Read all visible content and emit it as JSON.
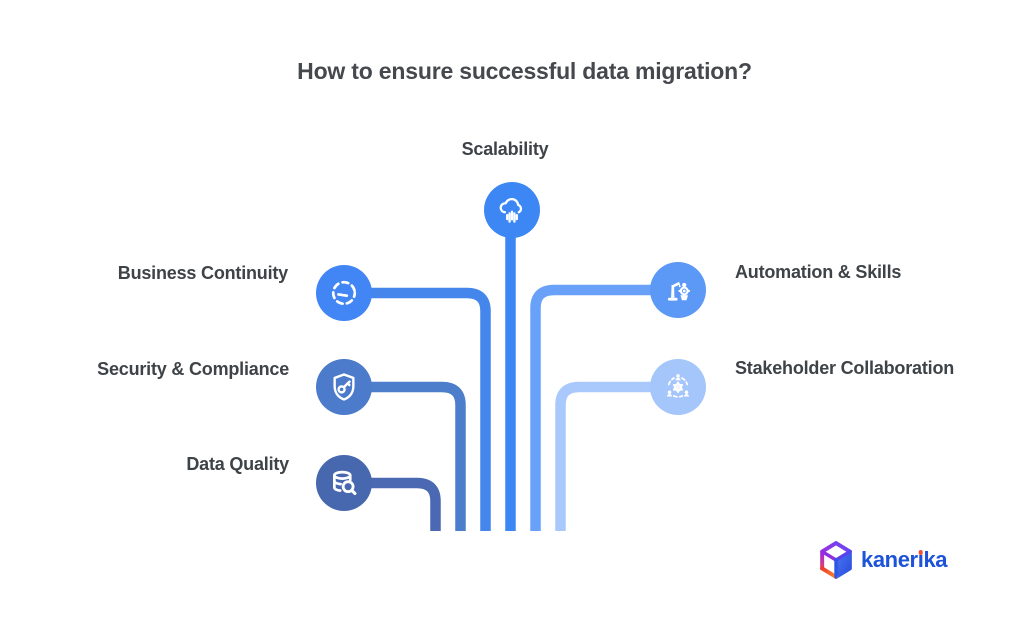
{
  "title": "How to ensure successful data migration?",
  "colors": {
    "background": "#ffffff",
    "title_text": "#45484c",
    "label_text": "#3e4347",
    "icon_stroke": "#ffffff"
  },
  "nodes": [
    {
      "label": "Scalability",
      "icon": "cloud-circuit-icon",
      "color": "#3d87f5",
      "line_color": "#3d87f5"
    },
    {
      "label": "Business Continuity",
      "icon": "gauge-icon",
      "color": "#4285f4",
      "line_color": "#4486ec"
    },
    {
      "label": "Security & Compliance",
      "icon": "shield-key-icon",
      "color": "#4b7bca",
      "line_color": "#4c7ecc"
    },
    {
      "label": "Data Quality",
      "icon": "database-search-icon",
      "color": "#4767ae",
      "line_color": "#4a69b2"
    },
    {
      "label": "Automation & Skills",
      "icon": "robot-arm-icon",
      "color": "#5c99f7",
      "line_color": "#69a1f8"
    },
    {
      "label": "Stakeholder Collaboration",
      "icon": "people-gear-icon",
      "color": "#a5c6fb",
      "line_color": "#a9c9fc"
    }
  ],
  "logo": {
    "brand": "kanerika",
    "part1": "kaner",
    "dotless_i": "ı",
    "part2": "ka",
    "text_color": "#1d53d8",
    "dot_color": "#f05033"
  }
}
